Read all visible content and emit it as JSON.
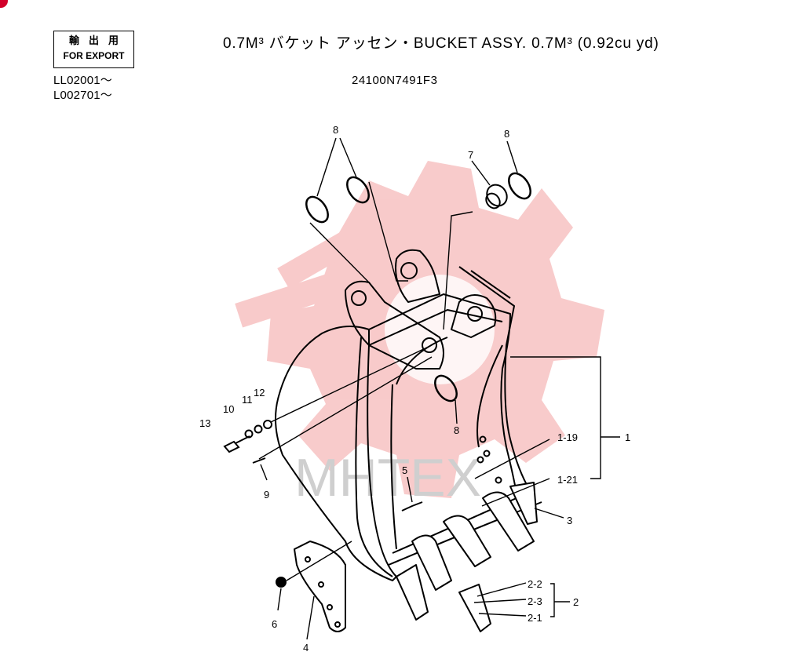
{
  "header": {
    "export_jp": "輸出用",
    "export_en": "FOR EXPORT",
    "serial_1": "LL02001～",
    "serial_2": "L002701～",
    "title": "0.7M³ バケット アッセン・BUCKET ASSY. 0.7M³ (0.92cu yd)",
    "part_number": "24100N7491F3"
  },
  "watermark": {
    "text": "MHTEX",
    "color": "#f2a6a6"
  },
  "callouts": {
    "c1": "1",
    "c1_19": "1-19",
    "c1_21": "1-21",
    "c2": "2",
    "c2_1": "2-1",
    "c2_2": "2-2",
    "c2_3": "2-3",
    "c3": "3",
    "c4": "4",
    "c5": "5",
    "c6": "6",
    "c7": "7",
    "c8a": "8",
    "c8b": "8",
    "c8c": "8",
    "c9": "9",
    "c10": "10",
    "c11": "11",
    "c12": "12",
    "c13": "13"
  }
}
